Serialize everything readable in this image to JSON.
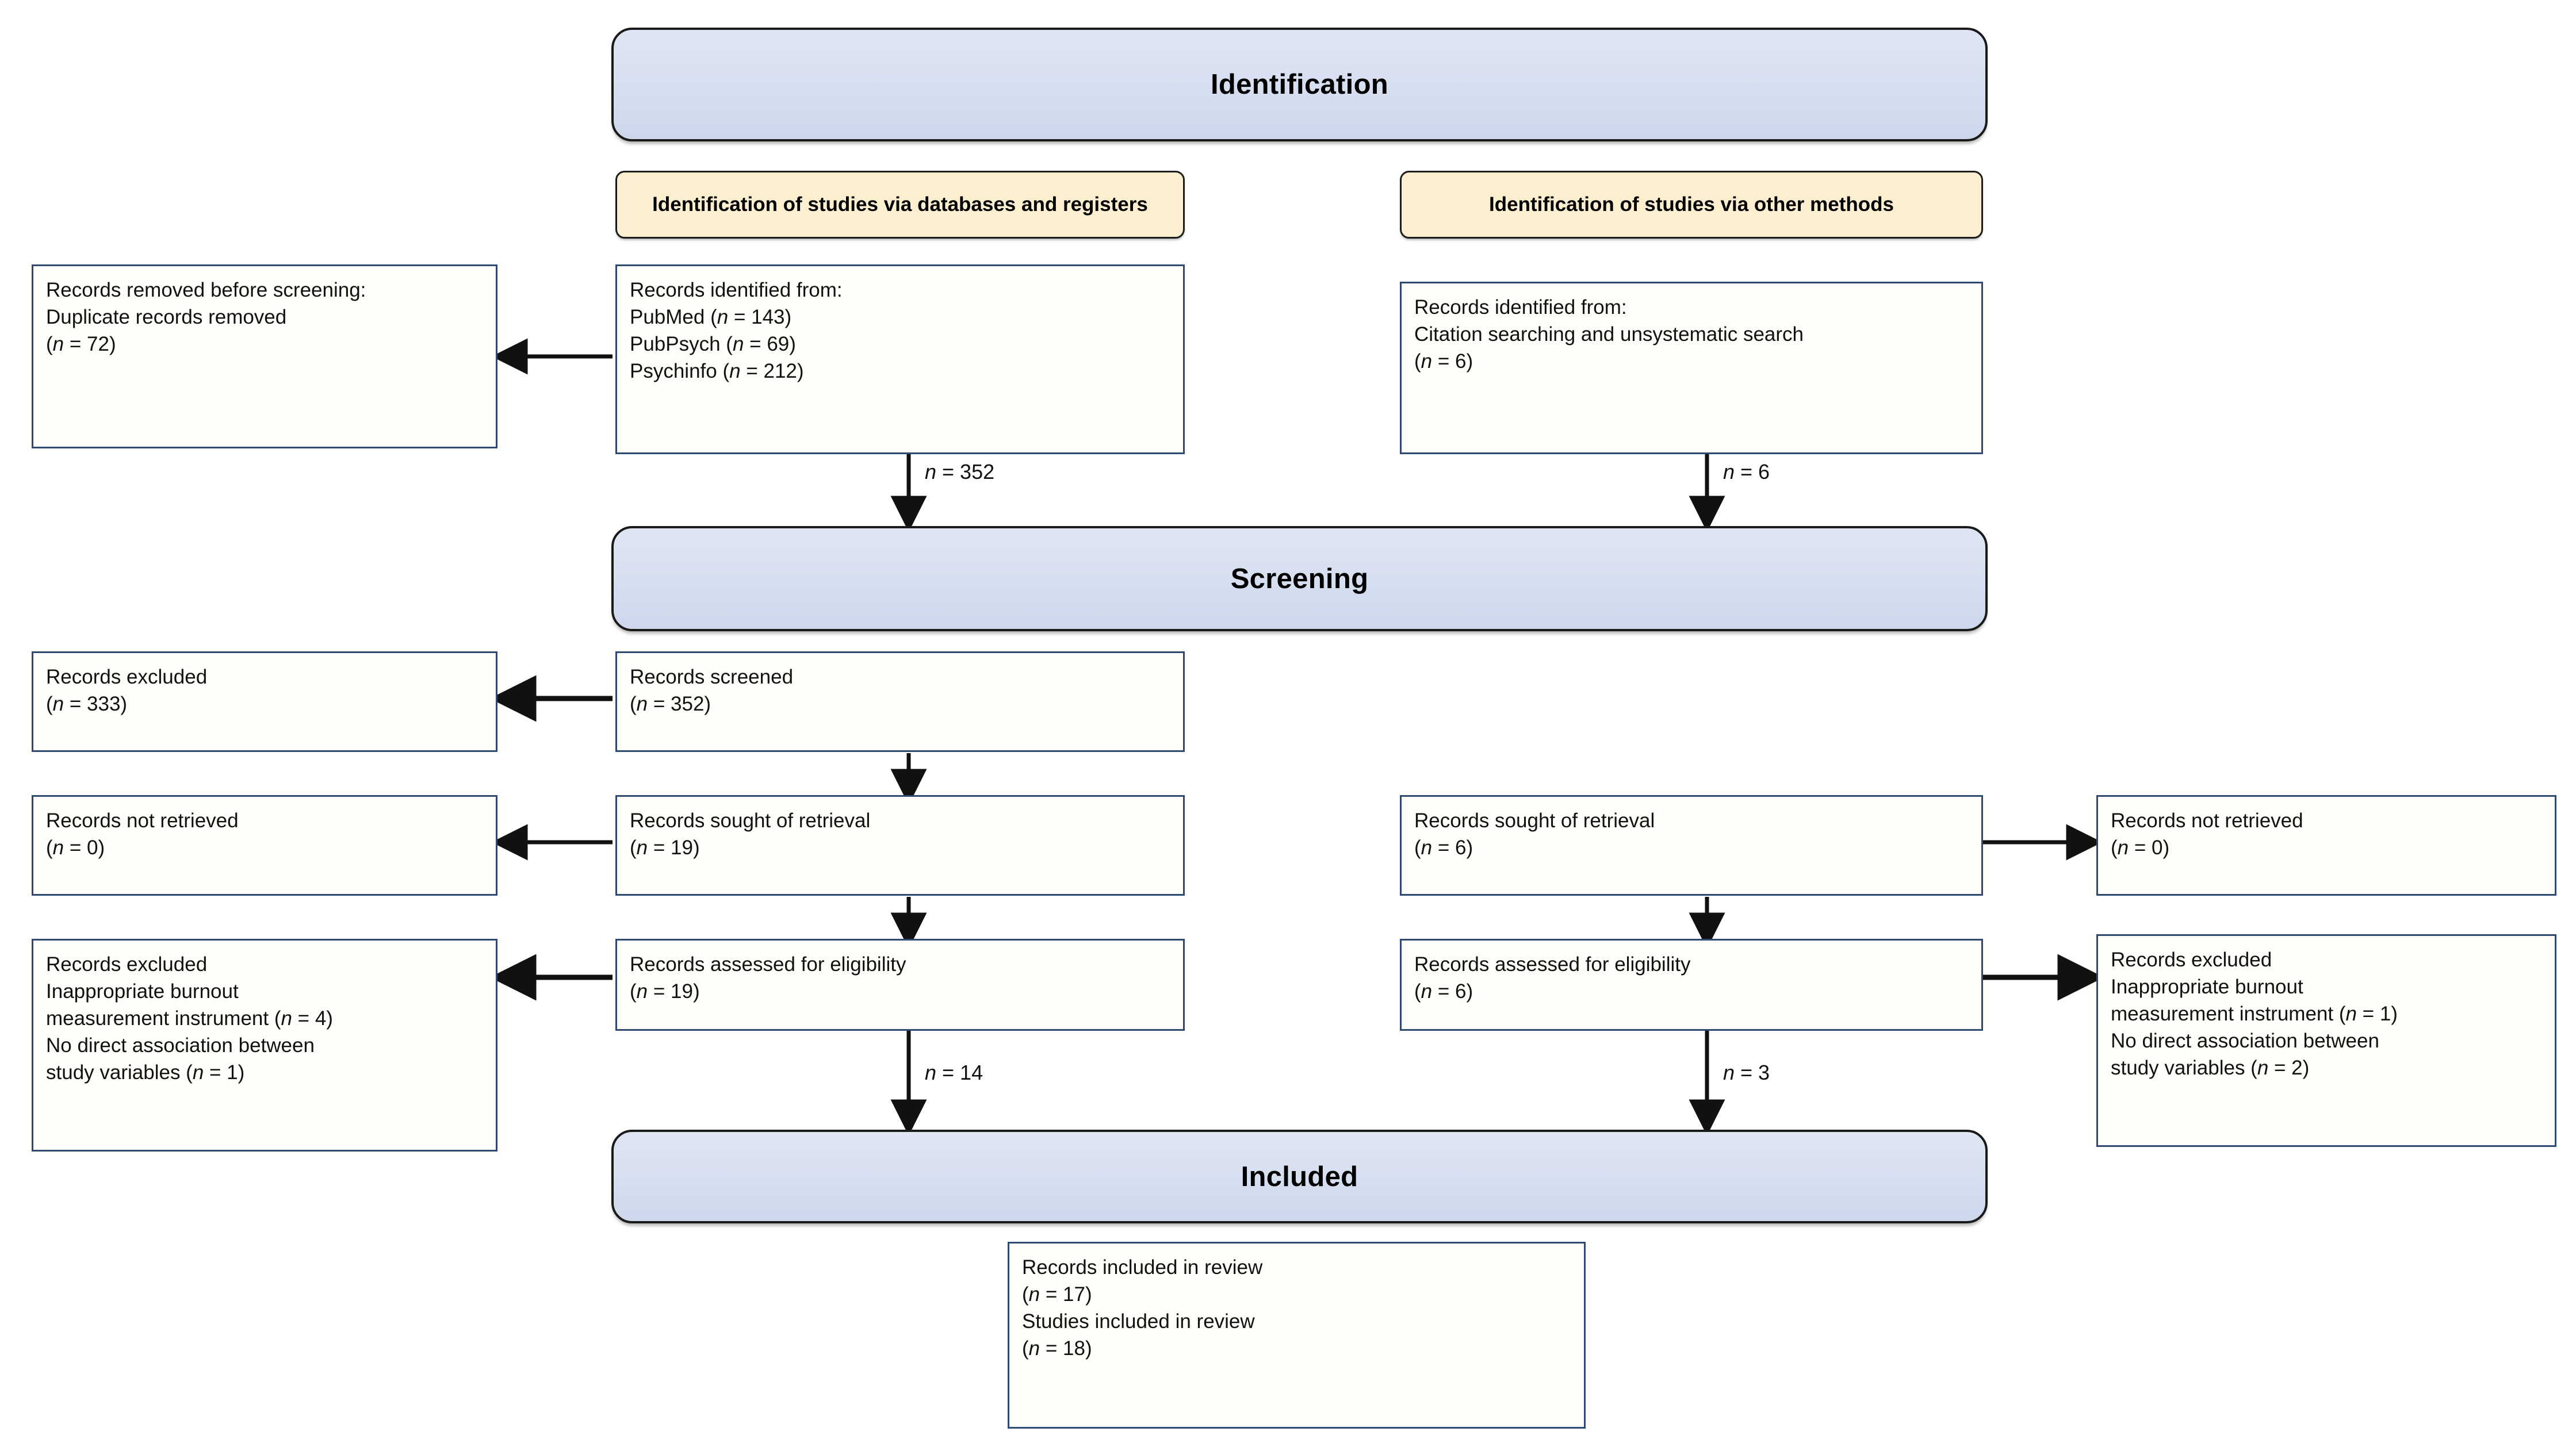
{
  "diagram": {
    "type": "prisma-flow-diagram",
    "title": "PRISMA 2020 flow diagram",
    "colors": {
      "stage_band_fill": "#dce3f2",
      "stage_band_border": "#1a1a1a",
      "column_header_fill": "#fcefd0",
      "column_header_border": "#1c1c1c",
      "node_fill": "#fffdf7",
      "node_border": "#2e4a72",
      "connector": "#111111",
      "text": "#000000"
    }
  },
  "stages": [
    {
      "id": "identification",
      "label": "Identification"
    },
    {
      "id": "screening",
      "label": "Screening"
    },
    {
      "id": "included",
      "label": "Included"
    }
  ],
  "column_headers": [
    {
      "id": "databases-registers",
      "label": "Identification of studies via databases and registers"
    },
    {
      "id": "other-methods",
      "label": "Identification of studies via other methods"
    }
  ],
  "nodes": {
    "records_removed": {
      "label": "Records removed before screening:\nDuplicate records removed\n(n = 72)"
    },
    "records_identified_db": {
      "label": "Records identified from:\nPubMed (n = 143)\nPubPsych (n = 69)\nPsychinfo (n = 212)"
    },
    "records_identified_other": {
      "label": "Records identified from:\nCitation searching and unsystematic search\n(n = 6)"
    },
    "records_excluded_screening": {
      "label": "Records excluded\n(n = 333)"
    },
    "records_screened": {
      "label": "Records screened\n(n = 352)"
    },
    "records_not_retrieved_left": {
      "label": "Records not retrieved\n(n = 0)"
    },
    "records_sought_left": {
      "label": "Records sought of retrieval\n(n = 19)"
    },
    "records_sought_right": {
      "label": "Records sought of retrieval\n(n = 6)"
    },
    "records_not_retrieved_right": {
      "label": "Records not retrieved\n(n = 0)"
    },
    "records_excluded_left": {
      "label": "Records excluded\nInappropriate burnout\nmeasurement instrument (n = 4)\nNo direct association between\nstudy variables (n = 1)"
    },
    "records_assessed_left": {
      "label": "Records assessed for eligibility\n(n = 19)"
    },
    "records_assessed_right": {
      "label": "Records assessed for eligibility\n(n = 6)"
    },
    "records_excluded_right": {
      "label": "Records excluded\nInappropriate burnout\nmeasurement instrument (n = 1)\nNo direct association between\nstudy variables (n = 2)"
    },
    "records_included": {
      "label": "Records included in review\n(n = 17)\nStudies included in review\n(n = 18)"
    }
  },
  "edge_labels": {
    "db_to_screening": "n = 352",
    "other_to_screening": "n = 6",
    "left_to_included": "n = 14",
    "right_to_included": "n = 3"
  },
  "chart_data": {
    "type": "diagram",
    "flow_counts": {
      "pubmed": 143,
      "pubpsych": 69,
      "psychinfo": 212,
      "other_methods_identified": 6,
      "duplicates_removed": 72,
      "records_screened": 352,
      "records_excluded_screening": 333,
      "sought_retrieval_db": 19,
      "not_retrieved_db": 0,
      "sought_retrieval_other": 6,
      "not_retrieved_other": 0,
      "assessed_eligibility_db": 19,
      "assessed_eligibility_other": 6,
      "excluded_db_instrument": 4,
      "excluded_db_no_association": 1,
      "excluded_other_instrument": 1,
      "excluded_other_no_association": 2,
      "included_from_db": 14,
      "included_from_other": 3,
      "records_included_in_review": 17,
      "studies_included_in_review": 18
    }
  }
}
